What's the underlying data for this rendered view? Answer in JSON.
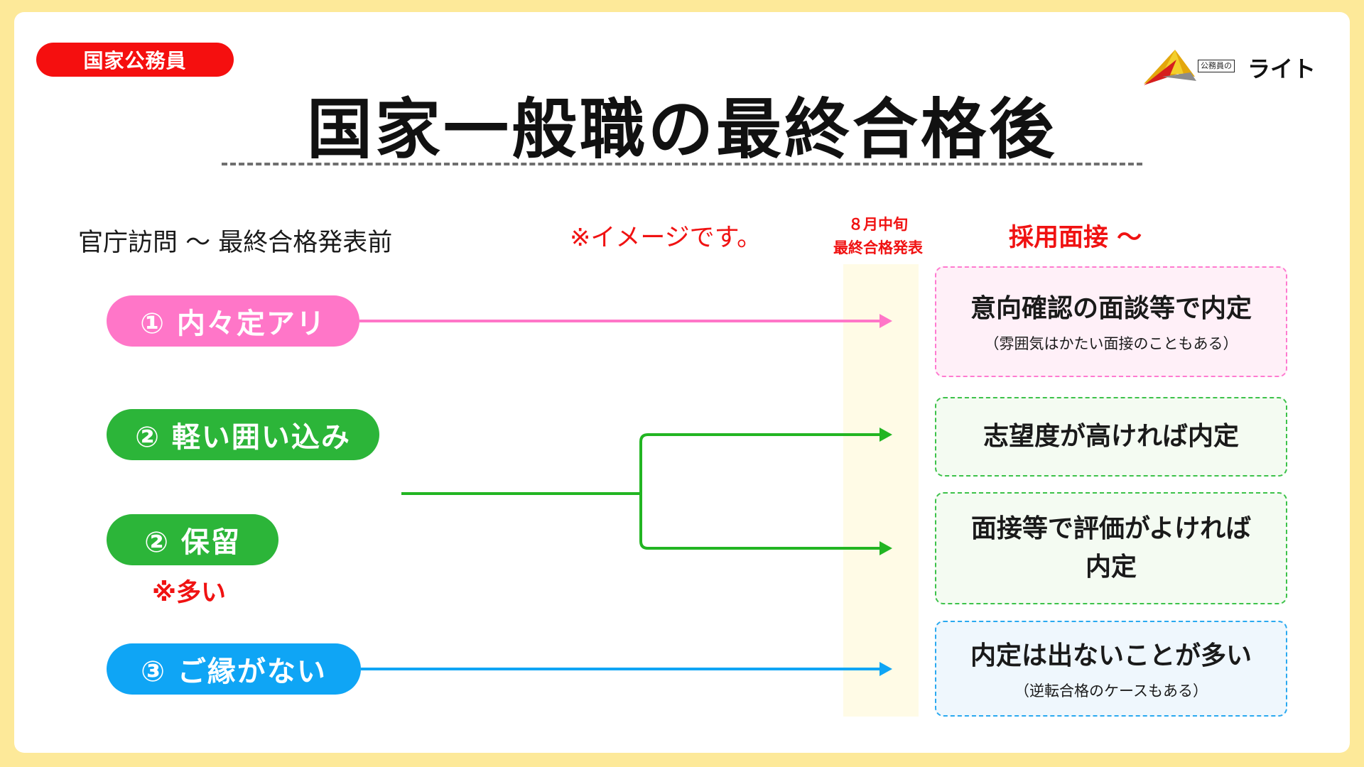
{
  "badge": "国家公務員",
  "title": "国家一般職の最終合格後",
  "logo": {
    "small": "公務員の",
    "name": "ライト"
  },
  "subhead": "官庁訪問 ～ 最終合格発表前",
  "note": "※イメージです。",
  "announcement": {
    "line1": "８月中旬",
    "line2": "最終合格発表"
  },
  "hiring_label": "採用面接 ～",
  "options": [
    {
      "label": "① 内々定アリ",
      "color": "#ff76c8"
    },
    {
      "label": "② 軽い囲い込み",
      "color": "#2cb539"
    },
    {
      "label": "② 保留",
      "color": "#2cb539",
      "note": "※多い"
    },
    {
      "label": "③ ご縁がない",
      "color": "#0fa5f5"
    }
  ],
  "outcomes": [
    {
      "main": "意向確認の面談等で内定",
      "sub": "（雰囲気はかたい面接のこともある）"
    },
    {
      "main": "志望度が高ければ内定"
    },
    {
      "main_line1": "面接等で評価がよければ",
      "main_line2": "内定"
    },
    {
      "main": "内定は出ないことが多い",
      "sub": "（逆転合格のケースもある）"
    }
  ],
  "colors": {
    "pink": "#ff76c8",
    "green": "#2cb539",
    "blue": "#0fa5f5",
    "red": "#f01212",
    "background": "#fde999"
  }
}
